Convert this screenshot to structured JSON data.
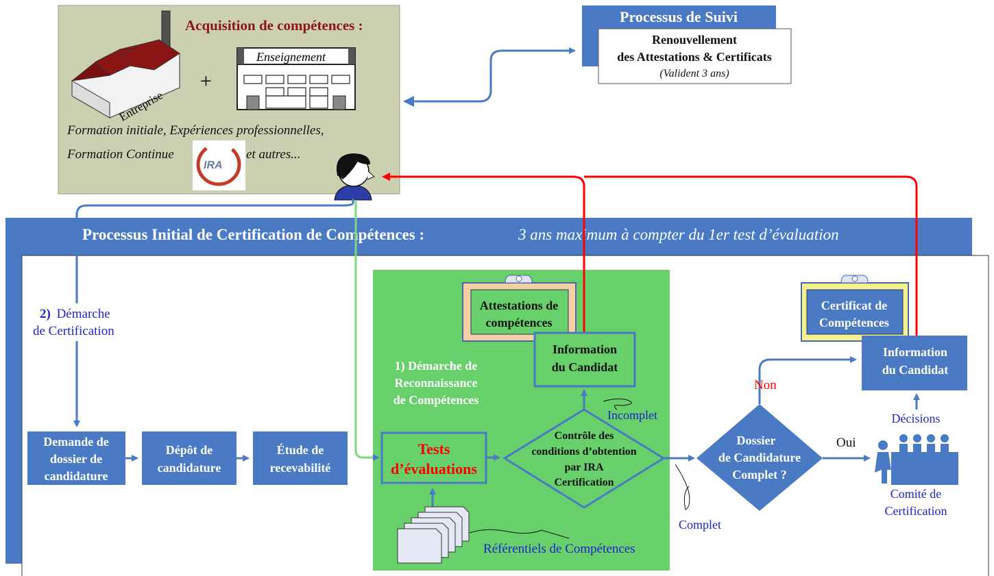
{
  "acquisition": {
    "title": "Acquisition de compétences :",
    "entreprise": "Entreprise",
    "plus": "+",
    "enseignement": "Enseignement",
    "line1": "Formation initiale, Expériences professionnelles,",
    "line2_a": "Formation Continue",
    "line2_b": "et autres...",
    "logo_text": "IRA"
  },
  "suivi": {
    "title": "Processus  de  Suivi",
    "line1": "Renouvellement",
    "line2": "des Attestations & Certificats",
    "line3": "(Valident 3 ans)"
  },
  "initial": {
    "title": "Processus  Initial  de  Certification  de  Compétences :",
    "subtitle": "3 ans maximum  à  compter du 1er test  d’évaluation"
  },
  "demarche2": {
    "num": "2)",
    "line1": "Démarche",
    "line2": "de Certification"
  },
  "boxes": {
    "demande": [
      "Demande de",
      "dossier de",
      "candidature"
    ],
    "depot": [
      "Dépôt de",
      "candidature"
    ],
    "etude": [
      "Étude de",
      "recevabilité"
    ],
    "tests": [
      "Tests",
      "d’évaluations"
    ],
    "info1": [
      "Information",
      "du Candidat"
    ],
    "info2": [
      "Information",
      "du Candidat"
    ]
  },
  "demarche1": [
    "1) Démarche de",
    "Reconnaissance",
    "de Compétences"
  ],
  "attestations": [
    "Attestations de",
    "compétences"
  ],
  "certificat": [
    "Certificat de",
    "Compétences"
  ],
  "controle": [
    "Contrôle des",
    "conditions d’obtention",
    "par IRA",
    "Certification"
  ],
  "dossier": [
    "Dossier",
    "de Candidature",
    "Complet ?"
  ],
  "labels": {
    "incomplet": "Incomplet",
    "complet": "Complet",
    "non": "Non",
    "oui": "Oui",
    "decisions": "Décisions",
    "comite": [
      "Comité de",
      "Certification"
    ],
    "referentiels": "Référentiels de Compétences"
  },
  "colors": {
    "blue": "#4a7ac4",
    "green": "#67d06a",
    "red": "#ff0000",
    "khaki": "#cdd0b0",
    "darkred": "#8b1414"
  }
}
